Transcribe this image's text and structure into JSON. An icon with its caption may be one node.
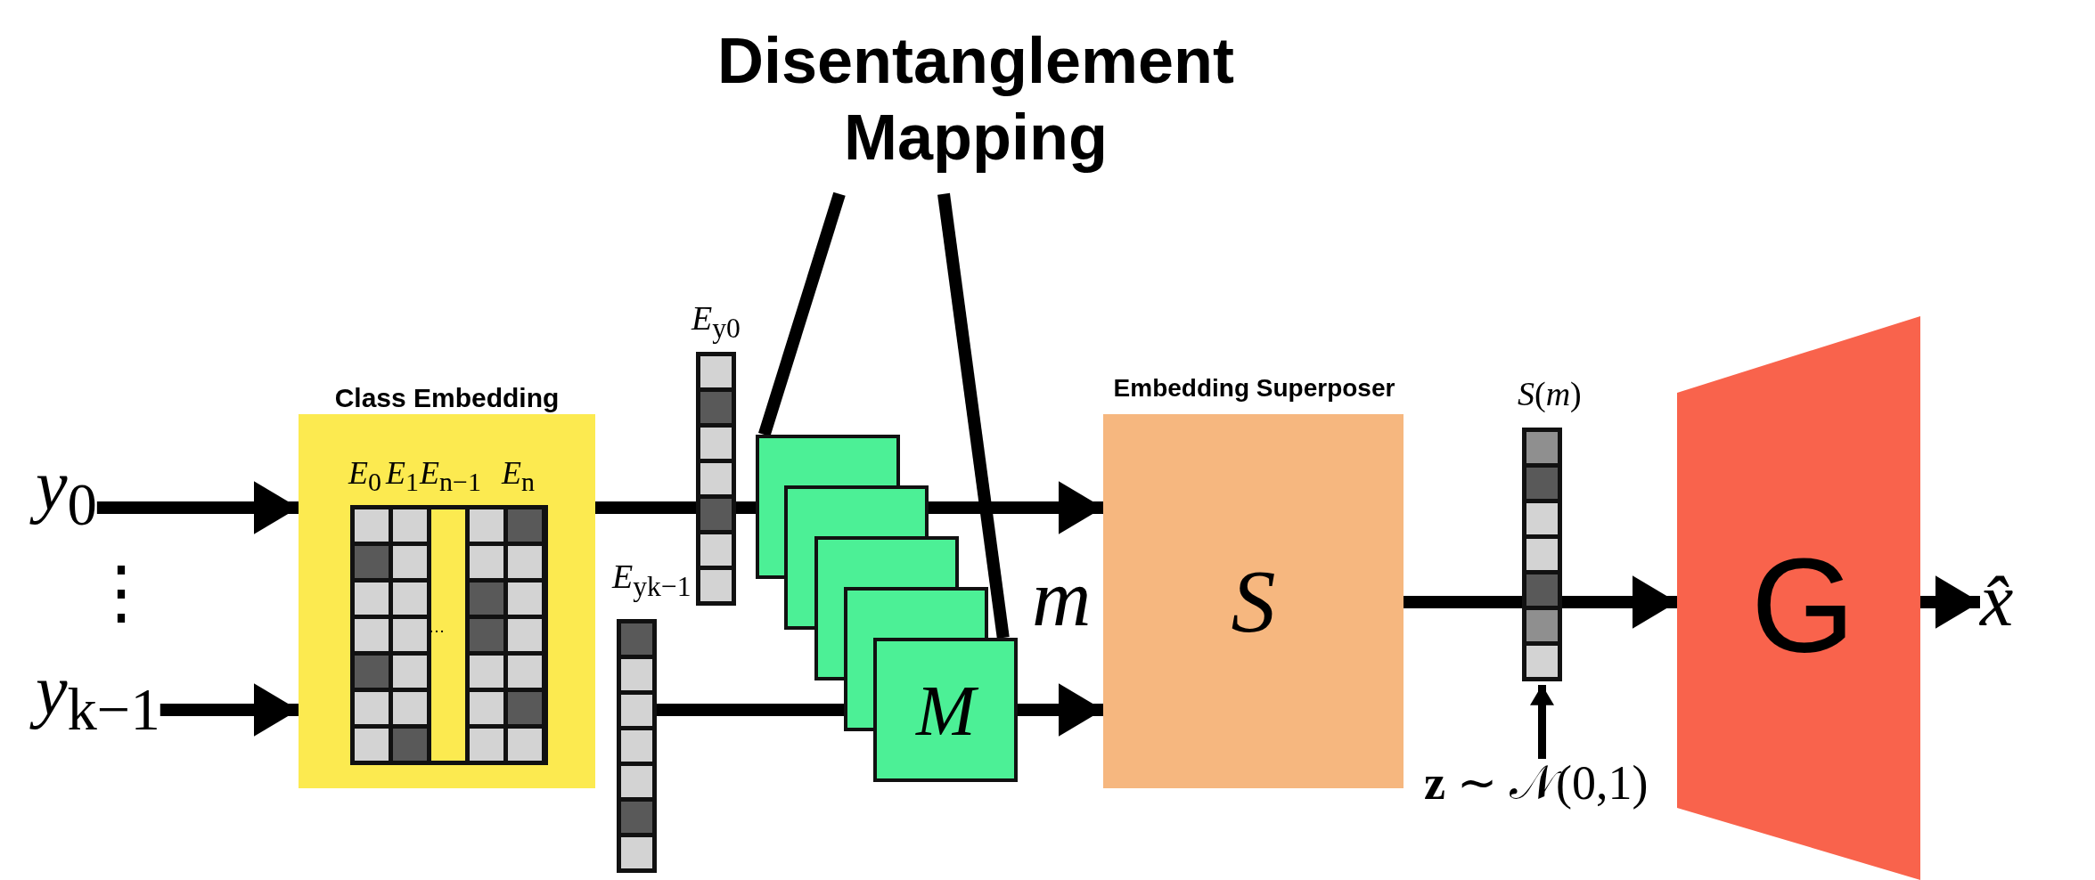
{
  "diagram": {
    "nodes": [
      {
        "text": [
          "*y*$_{0}$"
        ]
      },
      {
        "text": [
          "*y*$_{k−1}$"
        ]
      },
      {
        "text": [
          "Class Embedding",
          "*E*$_{0}$",
          "*E*$_{1}$",
          "*E*$_{n−1}$",
          "*E*$_{n}$",
          "…"
        ]
      },
      {
        "text": [
          "*E*$_{y0}$"
        ]
      },
      {
        "text": [
          "*E*$_{yk−1}$"
        ]
      },
      {
        "text": [],
        "shape": "box"
      },
      {
        "text": [],
        "shape": "box"
      },
      {
        "text": [],
        "shape": "box"
      },
      {
        "text": [],
        "shape": "box"
      },
      {
        "text": [
          "M"
        ]
      },
      {
        "text": [
          "Disentanglement Mapping"
        ]
      },
      {
        "text": [
          "Embedding Superposer",
          "S"
        ]
      },
      {
        "text": [
          "*S*(*m*)"
        ]
      },
      {
        "text": [
          "G"
        ]
      },
      {
        "text": [
          "x̂"
        ]
      },
      {
        "text": [
          "**z** ∼ 𝒩(0,1)"
        ]
      }
    ],
    "edges": [
      {
        "from": 0,
        "to": 2,
        "arrow": "to"
      },
      {
        "from": 1,
        "to": 2,
        "arrow": "to"
      },
      {
        "from": 2,
        "to": 3,
        "arrow": "none"
      },
      {
        "from": 3,
        "to": 5,
        "arrow": "none"
      },
      {
        "from": 6,
        "to": 11,
        "arrow": "to"
      },
      {
        "from": 4,
        "to": 8,
        "arrow": "none"
      },
      {
        "from": 9,
        "to": 11,
        "arrow": "to"
      },
      {
        "from": 10,
        "to": 5,
        "arrow": "none"
      },
      {
        "from": 10,
        "to": 9,
        "arrow": "none"
      },
      {
        "from": 11,
        "to": 12,
        "arrow": "none"
      },
      {
        "from": 12,
        "to": 13,
        "arrow": "to"
      },
      {
        "from": 15,
        "to": 12,
        "arrow": "to"
      },
      {
        "from": 13,
        "to": 14,
        "arrow": "to"
      }
    ],
    "labels": [
      "⋮",
      "m"
    ]
  }
}
